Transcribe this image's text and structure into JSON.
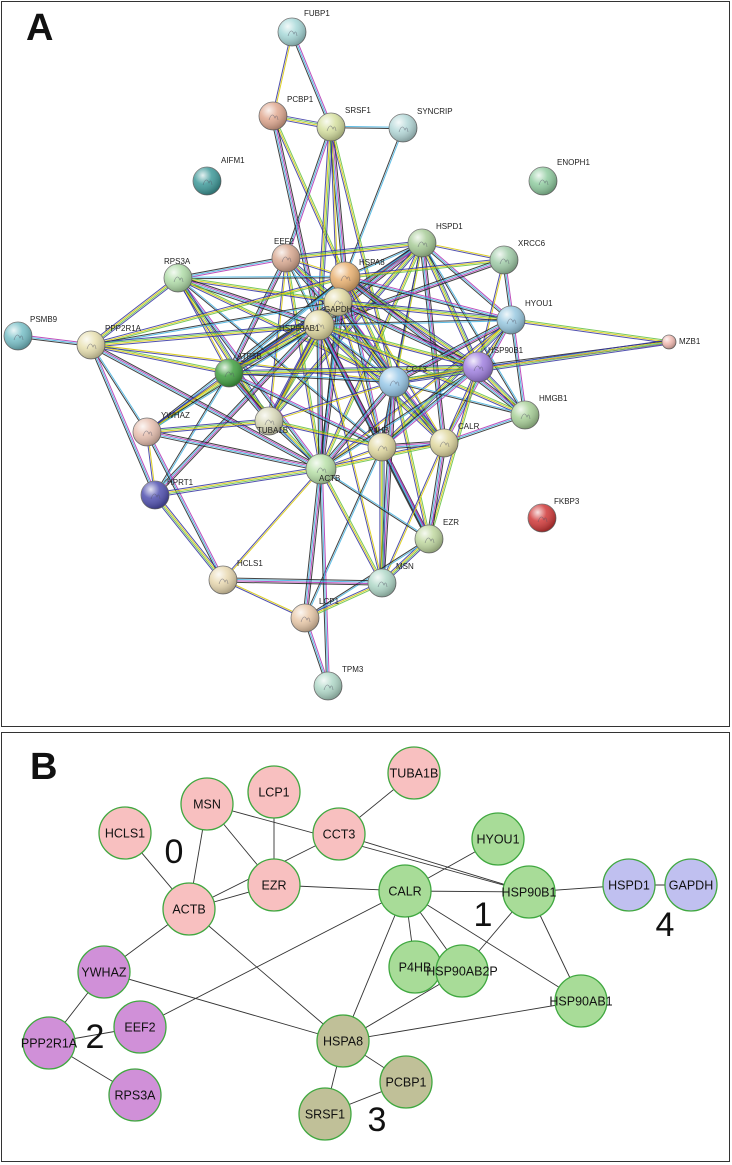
{
  "panel_a": {
    "letter": "A",
    "node_colors": {
      "FUBP1": "#a7d8d8",
      "PCBP1": "#e0a890",
      "SRSF1": "#d6e0a0",
      "SYNCRIP": "#b4d8d8",
      "AIFM1": "#3f9a9a",
      "ENOPH1": "#90cca0",
      "HSPD1": "#a8cc98",
      "EEF2": "#d8a890",
      "XRCC6": "#a0cca8",
      "HSPA8": "#e8b070",
      "RPS3A": "#b0dca8",
      "GAPDH": "#e0d8a0",
      "HYOU1": "#98c8e0",
      "PSMB9": "#78c0c8",
      "PPP2R1A": "#e8e0b0",
      "HSP90AB1": "#e0d8a0",
      "MZB1": "#f0b8b0",
      "ATP5B": "#40a040",
      "CCT3": "#98c8e8",
      "HSP90B1": "#a080e0",
      "YWHAZ": "#e8c0b0",
      "TUBA1B": "#d8d8b8",
      "HMGB1": "#a8d098",
      "P4HB": "#e0d8a0",
      "CALR": "#e0d8a0",
      "ACTB": "#b8e0a8",
      "HPRT1": "#5050b0",
      "FKBP3": "#d03838",
      "EZR": "#c0d8a0",
      "MSN": "#b0d8c8",
      "HCLS1": "#e8d8b0",
      "LCP1": "#e8c8a8",
      "TPM3": "#b0d8c8"
    },
    "nodes": [
      "FUBP1",
      "PCBP1",
      "SRSF1",
      "SYNCRIP",
      "AIFM1",
      "ENOPH1",
      "HSPD1",
      "EEF2",
      "XRCC6",
      "HSPA8",
      "RPS3A",
      "GAPDH",
      "HYOU1",
      "PSMB9",
      "PPP2R1A",
      "HSP90AB1",
      "MZB1",
      "ATP5B",
      "CCT3",
      "HSP90B1",
      "YWHAZ",
      "TUBA1B",
      "HMGB1",
      "P4HB",
      "CALR",
      "ACTB",
      "HPRT1",
      "FKBP3",
      "EZR",
      "MSN",
      "HCLS1",
      "LCP1",
      "TPM3"
    ],
    "edges": [
      [
        "FUBP1",
        "PCBP1"
      ],
      [
        "FUBP1",
        "SRSF1"
      ],
      [
        "PCBP1",
        "SRSF1"
      ],
      [
        "SRSF1",
        "SYNCRIP"
      ],
      [
        "PCBP1",
        "HSPA8"
      ],
      [
        "SRSF1",
        "HSPA8"
      ],
      [
        "SRSF1",
        "GAPDH"
      ],
      [
        "SRSF1",
        "EEF2"
      ],
      [
        "SRSF1",
        "HSP90AB1"
      ],
      [
        "SYNCRIP",
        "HSPA8"
      ],
      [
        "SRSF1",
        "CCT3"
      ],
      [
        "PCBP1",
        "HSP90AB1"
      ],
      [
        "EEF2",
        "HSPA8"
      ],
      [
        "EEF2",
        "RPS3A"
      ],
      [
        "EEF2",
        "GAPDH"
      ],
      [
        "EEF2",
        "HSP90AB1"
      ],
      [
        "EEF2",
        "ACTB"
      ],
      [
        "EEF2",
        "ATP5B"
      ],
      [
        "EEF2",
        "TUBA1B"
      ],
      [
        "EEF2",
        "CCT3"
      ],
      [
        "EEF2",
        "HSPD1"
      ],
      [
        "HSPD1",
        "HSPA8"
      ],
      [
        "HSPD1",
        "GAPDH"
      ],
      [
        "HSPD1",
        "HSP90AB1"
      ],
      [
        "HSPD1",
        "XRCC6"
      ],
      [
        "HSPD1",
        "HYOU1"
      ],
      [
        "HSPD1",
        "HSP90B1"
      ],
      [
        "HSPD1",
        "CCT3"
      ],
      [
        "HSPD1",
        "ACTB"
      ],
      [
        "HSPD1",
        "CALR"
      ],
      [
        "HSPD1",
        "P4HB"
      ],
      [
        "HSPD1",
        "ATP5B"
      ],
      [
        "HSPD1",
        "TUBA1B"
      ],
      [
        "HSPD1",
        "HMGB1"
      ],
      [
        "XRCC6",
        "HSPA8"
      ],
      [
        "XRCC6",
        "HSP90AB1"
      ],
      [
        "XRCC6",
        "HSP90B1"
      ],
      [
        "XRCC6",
        "HMGB1"
      ],
      [
        "RPS3A",
        "PPP2R1A"
      ],
      [
        "RPS3A",
        "HSPA8"
      ],
      [
        "RPS3A",
        "GAPDH"
      ],
      [
        "RPS3A",
        "HSP90AB1"
      ],
      [
        "RPS3A",
        "ATP5B"
      ],
      [
        "RPS3A",
        "ACTB"
      ],
      [
        "RPS3A",
        "TUBA1B"
      ],
      [
        "RPS3A",
        "P4HB"
      ],
      [
        "RPS3A",
        "CCT3"
      ],
      [
        "HSPA8",
        "GAPDH"
      ],
      [
        "HSPA8",
        "HSP90AB1"
      ],
      [
        "HSPA8",
        "HYOU1"
      ],
      [
        "HSPA8",
        "HSP90B1"
      ],
      [
        "HSPA8",
        "ATP5B"
      ],
      [
        "HSPA8",
        "CCT3"
      ],
      [
        "HSPA8",
        "ACTB"
      ],
      [
        "HSPA8",
        "CALR"
      ],
      [
        "HSPA8",
        "P4HB"
      ],
      [
        "HSPA8",
        "TUBA1B"
      ],
      [
        "HSPA8",
        "YWHAZ"
      ],
      [
        "HSPA8",
        "PPP2R1A"
      ],
      [
        "HSPA8",
        "HMGB1"
      ],
      [
        "GAPDH",
        "HSP90AB1"
      ],
      [
        "GAPDH",
        "ATP5B"
      ],
      [
        "GAPDH",
        "CCT3"
      ],
      [
        "GAPDH",
        "ACTB"
      ],
      [
        "GAPDH",
        "TUBA1B"
      ],
      [
        "GAPDH",
        "HSP90B1"
      ],
      [
        "GAPDH",
        "P4HB"
      ],
      [
        "GAPDH",
        "CALR"
      ],
      [
        "GAPDH",
        "HYOU1"
      ],
      [
        "GAPDH",
        "PPP2R1A"
      ],
      [
        "GAPDH",
        "YWHAZ"
      ],
      [
        "GAPDH",
        "HPRT1"
      ],
      [
        "HYOU1",
        "HSP90B1"
      ],
      [
        "HYOU1",
        "CALR"
      ],
      [
        "HYOU1",
        "P4HB"
      ],
      [
        "HYOU1",
        "HSP90AB1"
      ],
      [
        "HYOU1",
        "MZB1"
      ],
      [
        "HYOU1",
        "CCT3"
      ],
      [
        "HYOU1",
        "ACTB"
      ],
      [
        "PSMB9",
        "PPP2R1A"
      ],
      [
        "PPP2R1A",
        "HSP90AB1"
      ],
      [
        "PPP2R1A",
        "YWHAZ"
      ],
      [
        "PPP2R1A",
        "ATP5B"
      ],
      [
        "PPP2R1A",
        "ACTB"
      ],
      [
        "PPP2R1A",
        "CCT3"
      ],
      [
        "PPP2R1A",
        "HPRT1"
      ],
      [
        "HSP90AB1",
        "ATP5B"
      ],
      [
        "HSP90AB1",
        "CCT3"
      ],
      [
        "HSP90AB1",
        "HSP90B1"
      ],
      [
        "HSP90AB1",
        "ACTB"
      ],
      [
        "HSP90AB1",
        "TUBA1B"
      ],
      [
        "HSP90AB1",
        "P4HB"
      ],
      [
        "HSP90AB1",
        "CALR"
      ],
      [
        "HSP90AB1",
        "YWHAZ"
      ],
      [
        "HSP90AB1",
        "HMGB1"
      ],
      [
        "HSP90AB1",
        "EZR"
      ],
      [
        "HSP90AB1",
        "MSN"
      ],
      [
        "MZB1",
        "HSP90B1"
      ],
      [
        "MZB1",
        "CCT3"
      ],
      [
        "ATP5B",
        "CCT3"
      ],
      [
        "ATP5B",
        "ACTB"
      ],
      [
        "ATP5B",
        "TUBA1B"
      ],
      [
        "ATP5B",
        "YWHAZ"
      ],
      [
        "ATP5B",
        "P4HB"
      ],
      [
        "ATP5B",
        "HSP90B1"
      ],
      [
        "ATP5B",
        "HPRT1"
      ],
      [
        "CCT3",
        "HSP90B1"
      ],
      [
        "CCT3",
        "ACTB"
      ],
      [
        "CCT3",
        "TUBA1B"
      ],
      [
        "CCT3",
        "P4HB"
      ],
      [
        "CCT3",
        "CALR"
      ],
      [
        "CCT3",
        "HMGB1"
      ],
      [
        "CCT3",
        "EZR"
      ],
      [
        "CCT3",
        "MSN"
      ],
      [
        "HSP90B1",
        "CALR"
      ],
      [
        "HSP90B1",
        "P4HB"
      ],
      [
        "HSP90B1",
        "HMGB1"
      ],
      [
        "HSP90B1",
        "ACTB"
      ],
      [
        "HSP90B1",
        "EZR"
      ],
      [
        "YWHAZ",
        "ACTB"
      ],
      [
        "YWHAZ",
        "HPRT1"
      ],
      [
        "YWHAZ",
        "HCLS1"
      ],
      [
        "YWHAZ",
        "TUBA1B"
      ],
      [
        "TUBA1B",
        "ACTB"
      ],
      [
        "TUBA1B",
        "P4HB"
      ],
      [
        "P4HB",
        "CALR"
      ],
      [
        "P4HB",
        "ACTB"
      ],
      [
        "P4HB",
        "EZR"
      ],
      [
        "P4HB",
        "MSN"
      ],
      [
        "P4HB",
        "LCP1"
      ],
      [
        "CALR",
        "ACTB"
      ],
      [
        "CALR",
        "EZR"
      ],
      [
        "CALR",
        "MSN"
      ],
      [
        "CALR",
        "HMGB1"
      ],
      [
        "ACTB",
        "HPRT1"
      ],
      [
        "ACTB",
        "EZR"
      ],
      [
        "ACTB",
        "MSN"
      ],
      [
        "ACTB",
        "LCP1"
      ],
      [
        "ACTB",
        "HCLS1"
      ],
      [
        "ACTB",
        "TPM3"
      ],
      [
        "EZR",
        "MSN"
      ],
      [
        "EZR",
        "LCP1"
      ],
      [
        "MSN",
        "LCP1"
      ],
      [
        "MSN",
        "HCLS1"
      ],
      [
        "HCLS1",
        "LCP1"
      ],
      [
        "LCP1",
        "TPM3"
      ],
      [
        "HCLS1",
        "HPRT1"
      ]
    ],
    "edge_colors": [
      "#d8c800",
      "#b030b0",
      "#3030a0",
      "#40b0e0",
      "#60c040",
      "#202020"
    ]
  },
  "panel_b": {
    "letter": "B",
    "cluster_colors": {
      "0": "#f8c0c0",
      "1": "#a8dc98",
      "2": "#d090d8",
      "3": "#c0c098",
      "4": "#c0c0f0"
    },
    "node_border": "#40a840",
    "nodes": [
      {
        "id": "HCLS1",
        "cluster": "0"
      },
      {
        "id": "MSN",
        "cluster": "0"
      },
      {
        "id": "LCP1",
        "cluster": "0"
      },
      {
        "id": "CCT3",
        "cluster": "0"
      },
      {
        "id": "TUBA1B",
        "cluster": "0"
      },
      {
        "id": "ACTB",
        "cluster": "0"
      },
      {
        "id": "EZR",
        "cluster": "0"
      },
      {
        "id": "HYOU1",
        "cluster": "1"
      },
      {
        "id": "CALR",
        "cluster": "1"
      },
      {
        "id": "HSP90B1",
        "cluster": "1"
      },
      {
        "id": "P4HB",
        "cluster": "1"
      },
      {
        "id": "HSP90AB2P",
        "cluster": "1"
      },
      {
        "id": "HSP90AB1",
        "cluster": "1"
      },
      {
        "id": "YWHAZ",
        "cluster": "2"
      },
      {
        "id": "EEF2",
        "cluster": "2"
      },
      {
        "id": "PPP2R1A",
        "cluster": "2"
      },
      {
        "id": "RPS3A",
        "cluster": "2"
      },
      {
        "id": "HSPA8",
        "cluster": "3"
      },
      {
        "id": "PCBP1",
        "cluster": "3"
      },
      {
        "id": "SRSF1",
        "cluster": "3"
      },
      {
        "id": "HSPD1",
        "cluster": "4"
      },
      {
        "id": "GAPDH",
        "cluster": "4"
      }
    ],
    "edges": [
      [
        "HCLS1",
        "ACTB"
      ],
      [
        "MSN",
        "ACTB"
      ],
      [
        "MSN",
        "EZR"
      ],
      [
        "MSN",
        "HSP90B1"
      ],
      [
        "LCP1",
        "EZR"
      ],
      [
        "CCT3",
        "TUBA1B"
      ],
      [
        "CCT3",
        "ACTB"
      ],
      [
        "CCT3",
        "HSP90B1"
      ],
      [
        "ACTB",
        "EZR"
      ],
      [
        "ACTB",
        "YWHAZ"
      ],
      [
        "ACTB",
        "HSPA8"
      ],
      [
        "EZR",
        "CALR"
      ],
      [
        "CALR",
        "HYOU1"
      ],
      [
        "CALR",
        "HSP90B1"
      ],
      [
        "CALR",
        "P4HB"
      ],
      [
        "CALR",
        "HSP90AB2P"
      ],
      [
        "CALR",
        "HSP90AB1"
      ],
      [
        "CALR",
        "HSPA8"
      ],
      [
        "CALR",
        "EEF2"
      ],
      [
        "HSP90B1",
        "HSP90AB2P"
      ],
      [
        "HSP90B1",
        "HSP90AB1"
      ],
      [
        "HSP90B1",
        "HSPD1"
      ],
      [
        "HSPD1",
        "GAPDH"
      ],
      [
        "HSP90AB2P",
        "HSPA8"
      ],
      [
        "HSP90AB1",
        "HSPA8"
      ],
      [
        "YWHAZ",
        "PPP2R1A"
      ],
      [
        "YWHAZ",
        "HSPA8"
      ],
      [
        "PPP2R1A",
        "EEF2"
      ],
      [
        "PPP2R1A",
        "RPS3A"
      ],
      [
        "HSPA8",
        "SRSF1"
      ],
      [
        "HSPA8",
        "PCBP1"
      ],
      [
        "PCBP1",
        "SRSF1"
      ]
    ],
    "cluster_labels": [
      "0",
      "1",
      "2",
      "3",
      "4"
    ]
  }
}
